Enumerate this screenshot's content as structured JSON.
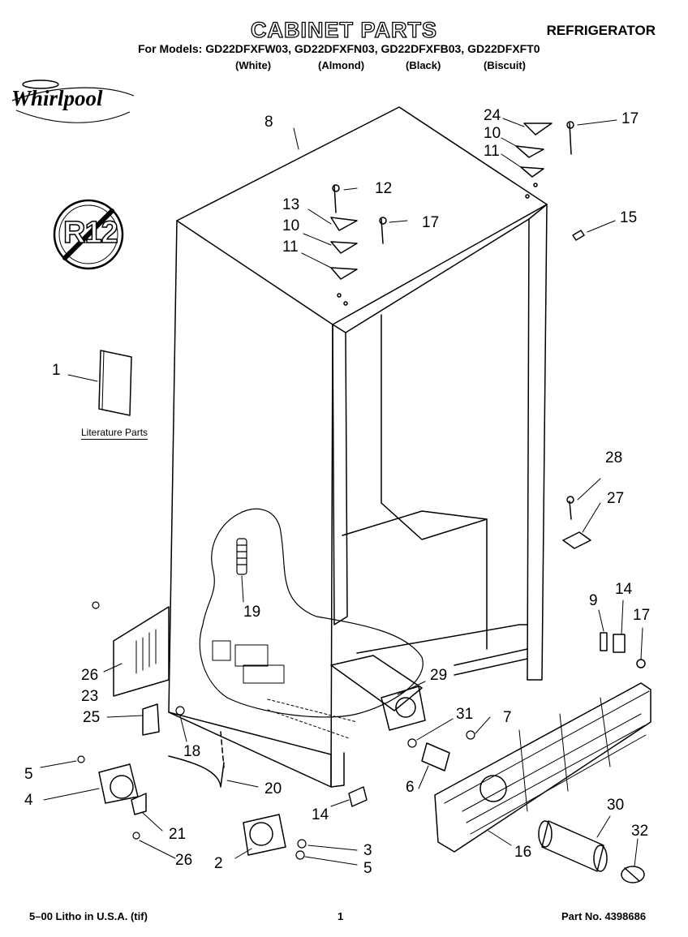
{
  "header": {
    "title": "CABINET PARTS",
    "product": "REFRIGERATOR",
    "models_line": "For Models: GD22DFXFW03, GD22DFXFN03, GD22DFXFB03, GD22DFXFT0",
    "colors": [
      "(White)",
      "(Almond)",
      "(Black)",
      "(Biscuit)"
    ]
  },
  "logo": {
    "brand": "Whirlpool"
  },
  "badge": {
    "text": "R12"
  },
  "literature": {
    "label": "Literature Parts"
  },
  "callouts": {
    "c1": "1",
    "c2": "2",
    "c3": "3",
    "c4": "4",
    "c5a": "5",
    "c5b": "5",
    "c6": "6",
    "c7": "7",
    "c8": "8",
    "c9": "9",
    "c10a": "10",
    "c10b": "10",
    "c11a": "11",
    "c11b": "11",
    "c12": "12",
    "c13": "13",
    "c14a": "14",
    "c14b": "14",
    "c15": "15",
    "c16": "16",
    "c17a": "17",
    "c17b": "17",
    "c17c": "17",
    "c18": "18",
    "c19": "19",
    "c20": "20",
    "c21": "21",
    "c23": "23",
    "c24": "24",
    "c25": "25",
    "c26a": "26",
    "c26b": "26",
    "c27": "27",
    "c28": "28",
    "c29": "29",
    "c30": "30",
    "c31": "31",
    "c32": "32"
  },
  "footer": {
    "litho": "5–00 Litho in U.S.A. (tif)",
    "page": "1",
    "part_no": "Part No. 4398686"
  }
}
